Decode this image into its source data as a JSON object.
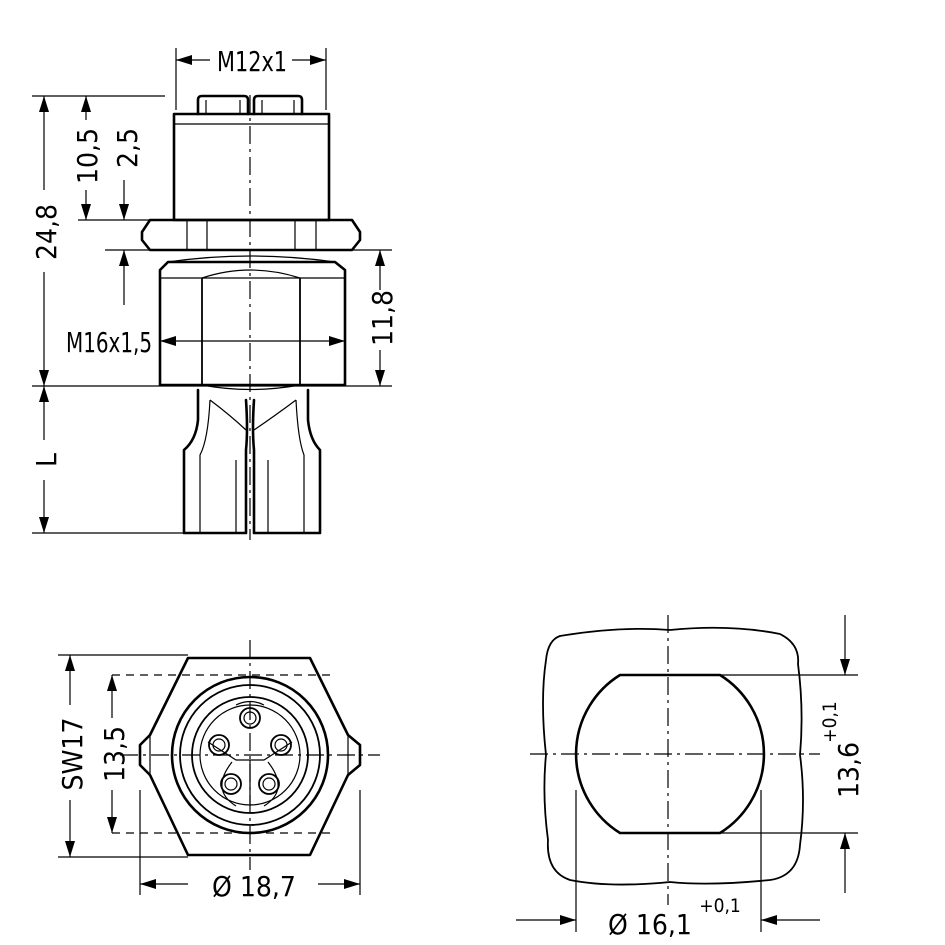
{
  "side_view": {
    "thread_top": "M12x1",
    "thread_body": "M16x1,5",
    "dim_total_height": "24,8",
    "dim_upper_height": "10,5",
    "dim_flange": "2,5",
    "dim_body_height": "11,8",
    "dim_length": "L"
  },
  "front_view": {
    "wrench_size": "SW17",
    "dim_inner": "13,5",
    "dim_diameter": "Ø 18,7"
  },
  "panel_cutout": {
    "dim_diameter": "Ø 16,1",
    "dim_diameter_tol": "+0,1",
    "dim_height": "13,6",
    "dim_height_tol": "+0,1"
  }
}
